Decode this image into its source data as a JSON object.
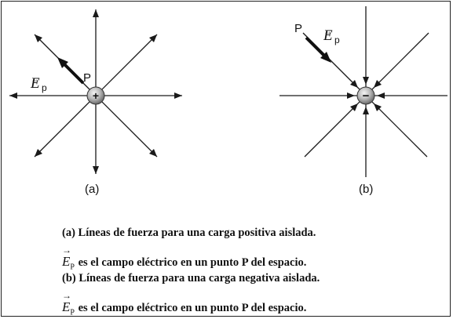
{
  "panel_a": {
    "label": "(a)",
    "charge_sign": "+",
    "point_label": "P",
    "field_symbol": "E",
    "field_subscript": "p"
  },
  "panel_b": {
    "label": "(b)",
    "charge_sign": "−",
    "point_label": "P",
    "field_symbol": "E",
    "field_subscript": "p"
  },
  "caption": {
    "line_a": "(a) Líneas de fuerza para una carga positiva aislada.",
    "line_a_field_symbol": "E",
    "line_a_field_subscript": "P",
    "line_a_field_text": "es el campo eléctrico en un punto P del espacio.",
    "line_b": "(b) Líneas de fuerza para una carga negativa aislada.",
    "line_b_field_symbol": "E",
    "line_b_field_subscript": "P",
    "line_b_field_text": "es el campo eléctrico en un punto P del espacio."
  },
  "colors": {
    "line": "#1a1a1a",
    "charge_fill": "#bdbdbd",
    "text": "#111111"
  }
}
